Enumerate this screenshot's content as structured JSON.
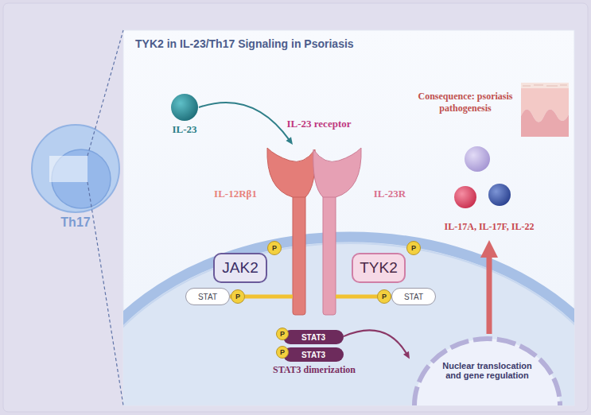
{
  "diagram": {
    "title": "TYK2 in IL-23/Th17 Signaling in Psoriasis",
    "nodes": [
      {
        "text": [
          "Th17"
        ]
      },
      {
        "text": [
          "IL-23"
        ]
      },
      {
        "text": [
          "IL-23 receptor",
          "IL-12Rβ1",
          "IL-23R"
        ]
      },
      {
        "text": [
          "JAK2"
        ]
      },
      {
        "text": [
          "P"
        ]
      },
      {
        "text": [
          "TYK2"
        ]
      },
      {
        "text": [
          "P"
        ]
      },
      {
        "text": [
          "STAT"
        ]
      },
      {
        "text": [
          "P"
        ]
      },
      {
        "text": [
          "P"
        ]
      },
      {
        "text": [
          "STAT"
        ]
      },
      {
        "text": [
          "P"
        ]
      },
      {
        "text": [
          "STAT3"
        ]
      },
      {
        "text": [
          "P"
        ]
      },
      {
        "text": [
          "STAT3"
        ]
      },
      {
        "text": [
          "Nuclear translocation and gene regulation"
        ]
      },
      {
        "text": [
          "IL-17A, IL-17F, IL-22"
        ]
      },
      {
        "text": [
          "Consequence: psoriasis pathogenesis"
        ]
      }
    ],
    "edges": [
      {
        "from": 1,
        "to": 2,
        "arrow": "to"
      },
      {
        "from": 7,
        "to": 2,
        "arrow": "none"
      },
      {
        "from": 2,
        "to": 10,
        "arrow": "none"
      },
      {
        "from": 12,
        "to": 15,
        "arrow": "to"
      },
      {
        "from": 15,
        "to": 16,
        "arrow": "to"
      }
    ],
    "labels": [
      "STAT3 dimerization"
    ]
  }
}
